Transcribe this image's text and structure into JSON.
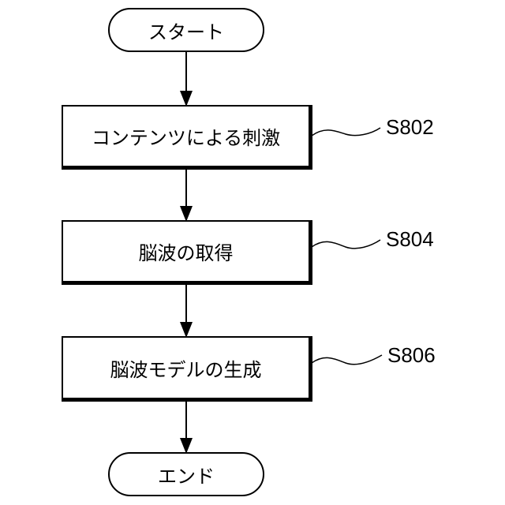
{
  "flowchart": {
    "start_label": "スタート",
    "end_label": "エンド",
    "steps": [
      {
        "text": "コンテンツによる刺激",
        "id": "S802"
      },
      {
        "text": "脳波の取得",
        "id": "S804"
      },
      {
        "text": "脳波モデルの生成",
        "id": "S806"
      }
    ]
  }
}
